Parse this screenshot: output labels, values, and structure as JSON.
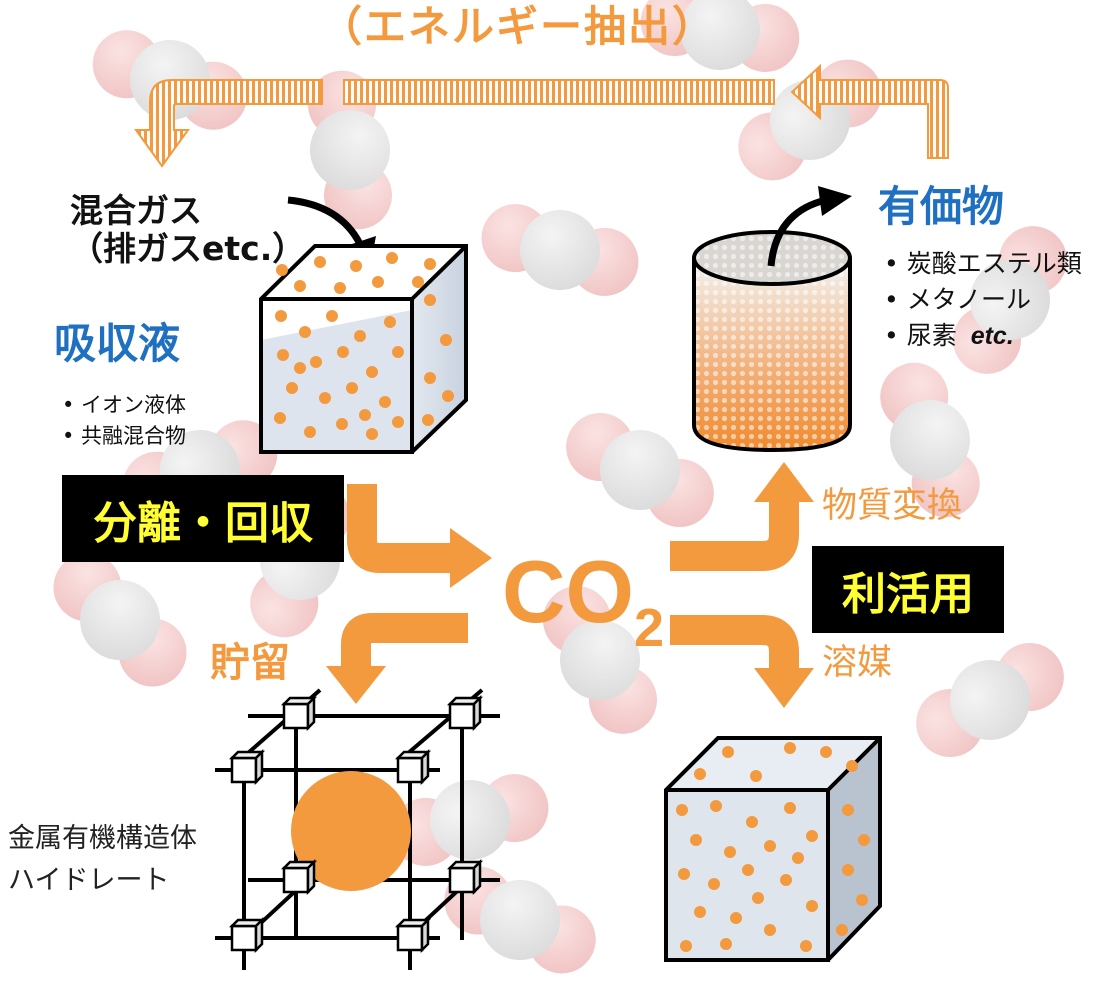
{
  "top_label": "（エネルギー抽出）",
  "mixed_gas": {
    "line1": "混合ガス",
    "line2": "（排ガスetc.）"
  },
  "absorbent": {
    "title": "吸収液",
    "items": [
      "• イオン液体",
      "• 共融混合物"
    ]
  },
  "separation_label": "分離・回収",
  "co2": {
    "main": "CO",
    "sub": "2"
  },
  "utilization_label": "利活用",
  "conversion_label": "物質変換",
  "solvent_label": "溶媒",
  "storage_label": "貯留",
  "products": {
    "title": "有価物",
    "items": [
      "• 炭酸エステル類",
      "• メタノール"
    ],
    "last_item": "• 尿素",
    "last_item_suffix": "etc."
  },
  "storage_materials": [
    "金属有機構造体",
    "ハイドレート"
  ],
  "colors": {
    "orange": "#f39a3f",
    "blue_title": "#1f70c1",
    "highlight_text": "#ffff33",
    "box_black": "#000000"
  }
}
